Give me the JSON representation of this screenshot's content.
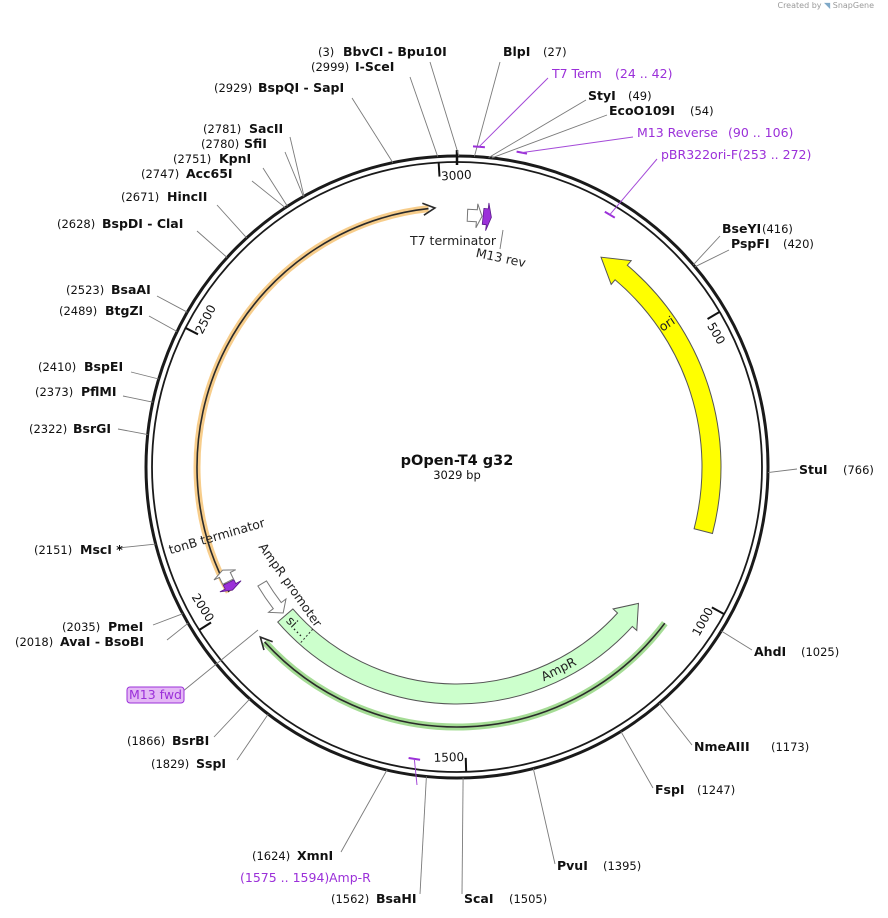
{
  "credit": {
    "prefix": "Created by",
    "brand": "SnapGene"
  },
  "plasmid": {
    "name": "pOpen-T4 g32",
    "length_label": "3029 bp",
    "length": 3029
  },
  "ticks": [
    {
      "pos": 500,
      "label": "500"
    },
    {
      "pos": 1000,
      "label": "1000"
    },
    {
      "pos": 1500,
      "label": "1500"
    },
    {
      "pos": 2000,
      "label": "2000"
    },
    {
      "pos": 2500,
      "label": "2500"
    },
    {
      "pos": 3000,
      "label": "3000"
    }
  ],
  "enzymes": [
    {
      "name": "BbvCI - Bpu10I",
      "pos_label": "(3)",
      "pos": 3
    },
    {
      "name": "I-SceI",
      "pos_label": "(2999)",
      "pos": 2999
    },
    {
      "name": "BlpI",
      "pos_label": "(27)",
      "pos": 27
    },
    {
      "name": "BspQI - SapI",
      "pos_label": "(2929)",
      "pos": 2929
    },
    {
      "name": "StyI",
      "pos_label": "(49)",
      "pos": 49
    },
    {
      "name": "EcoO109I",
      "pos_label": "(54)",
      "pos": 54
    },
    {
      "name": "SacII",
      "pos_label": "(2781)",
      "pos": 2781
    },
    {
      "name": "SfiI",
      "pos_label": "(2780)",
      "pos": 2780
    },
    {
      "name": "KpnI",
      "pos_label": "(2751)",
      "pos": 2751
    },
    {
      "name": "Acc65I",
      "pos_label": "(2747)",
      "pos": 2747
    },
    {
      "name": "HincII",
      "pos_label": "(2671)",
      "pos": 2671
    },
    {
      "name": "BspDI - ClaI",
      "pos_label": "(2628)",
      "pos": 2628
    },
    {
      "name": "BseYI",
      "pos_label": "(416)",
      "pos": 416
    },
    {
      "name": "PspFI",
      "pos_label": "(420)",
      "pos": 420
    },
    {
      "name": "BsaAI",
      "pos_label": "(2523)",
      "pos": 2523
    },
    {
      "name": "BtgZI",
      "pos_label": "(2489)",
      "pos": 2489
    },
    {
      "name": "BspEI",
      "pos_label": "(2410)",
      "pos": 2410
    },
    {
      "name": "PflMI",
      "pos_label": "(2373)",
      "pos": 2373
    },
    {
      "name": "BsrGI",
      "pos_label": "(2322)",
      "pos": 2322
    },
    {
      "name": "StuI",
      "pos_label": "(766)",
      "pos": 766
    },
    {
      "name": "MscI *",
      "pos_label": "(2151)",
      "pos": 2151
    },
    {
      "name": "PmeI",
      "pos_label": "(2035)",
      "pos": 2035
    },
    {
      "name": "AvaI - BsoBI",
      "pos_label": "(2018)",
      "pos": 2018
    },
    {
      "name": "AhdI",
      "pos_label": "(1025)",
      "pos": 1025
    },
    {
      "name": "BsrBI",
      "pos_label": "(1866)",
      "pos": 1866
    },
    {
      "name": "NmeAIII",
      "pos_label": "(1173)",
      "pos": 1173
    },
    {
      "name": "SspI",
      "pos_label": "(1829)",
      "pos": 1829
    },
    {
      "name": "FspI",
      "pos_label": "(1247)",
      "pos": 1247
    },
    {
      "name": "XmnI",
      "pos_label": "(1624)",
      "pos": 1624
    },
    {
      "name": "PvuI",
      "pos_label": "(1395)",
      "pos": 1395
    },
    {
      "name": "BsaHI",
      "pos_label": "(1562)",
      "pos": 1562
    },
    {
      "name": "ScaI",
      "pos_label": "(1505)",
      "pos": 1505
    }
  ],
  "primers": [
    {
      "name": "T7 Term",
      "range": "(24 .. 42)",
      "start": 24,
      "end": 42
    },
    {
      "name": "M13 Reverse",
      "range": "(90 .. 106)",
      "start": 90,
      "end": 106
    },
    {
      "name": "pBR322ori-F",
      "range": "(253 .. 272)",
      "start": 253,
      "end": 272
    },
    {
      "name": "Amp-R",
      "range": "(1575 .. 1594)",
      "start": 1575,
      "end": 1594
    },
    {
      "name": "M13 fwd",
      "range": "",
      "start": 2060,
      "end": 2077
    }
  ],
  "features": [
    {
      "name": "ori",
      "type": "rep_origin",
      "start": 290,
      "end": 880,
      "color": "#ffff00"
    },
    {
      "name": "AmpR",
      "type": "CDS",
      "start": 1068,
      "end": 1928,
      "color": "#ccffcc"
    },
    {
      "name": "si…",
      "type": "signal",
      "start": 1865,
      "end": 1928,
      "color": "#ccffcc"
    },
    {
      "name": "AmpR promoter",
      "type": "promoter",
      "start": 1929,
      "end": 2033,
      "color": "#ffffff"
    },
    {
      "name": "tonB terminator",
      "type": "terminator",
      "start": 2045,
      "end": 2075,
      "color": "#ffffff"
    },
    {
      "name": "T7 terminator",
      "type": "terminator",
      "start": 40,
      "end": 68,
      "color": "#ffffff"
    },
    {
      "name": "M13 rev",
      "type": "primer_bind",
      "start": 96,
      "end": 108,
      "color": "#9b30d9"
    }
  ],
  "orfs": [
    {
      "start": 1068,
      "end": 1928,
      "color": "#8ed37a",
      "direction": "forward"
    },
    {
      "start": 2030,
      "end": 2988,
      "color": "#f5c06e",
      "direction": "forward"
    }
  ],
  "colors": {
    "backbone": "#1a1a1a",
    "primer": "#9b30d9",
    "ori": "#ffff00",
    "ampr": "#ccffcc"
  }
}
